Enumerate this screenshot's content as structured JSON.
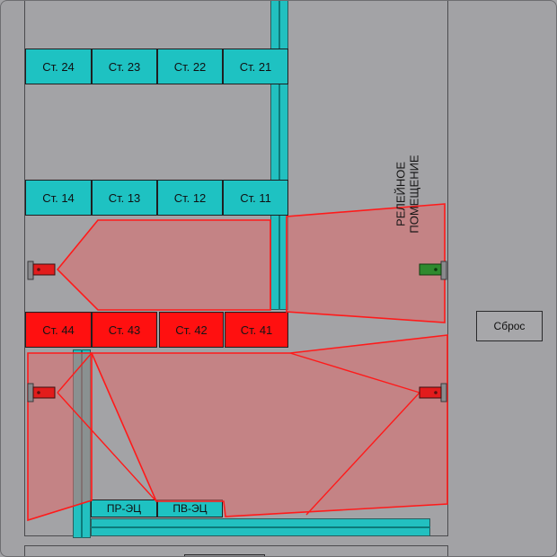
{
  "racks": {
    "row_1": [
      "Ст. 24",
      "Ст. 23",
      "Ст. 22",
      "Ст. 21"
    ],
    "row_2": [
      "Ст. 14",
      "Ст. 13",
      "Ст. 12",
      "Ст. 11"
    ],
    "row_3_alarm": [
      "Ст. 44",
      "Ст. 43",
      "Ст. 42",
      "Ст. 41"
    ],
    "small": [
      "ПР-ЭЦ",
      "ПВ-ЭЦ"
    ]
  },
  "wall_label": "РЕЛЕЙНОЕ ПОМЕЩЕНИЕ",
  "reset_button_label": "Сброс",
  "colors": {
    "rack_normal": "#1ec2c2",
    "rack_alarm": "#ff1010",
    "zone_fill": "#e06a6a",
    "zone_stroke": "#ff1a1a",
    "sensor_alarm": "#e21c1c",
    "sensor_ok": "#2e8a2e",
    "background": "#a2a2a5"
  },
  "detectors": [
    {
      "id": "detector-left-upper",
      "state": "alarm"
    },
    {
      "id": "detector-right-upper",
      "state": "normal"
    },
    {
      "id": "detector-left-lower",
      "state": "alarm"
    },
    {
      "id": "detector-right-lower",
      "state": "alarm"
    }
  ]
}
